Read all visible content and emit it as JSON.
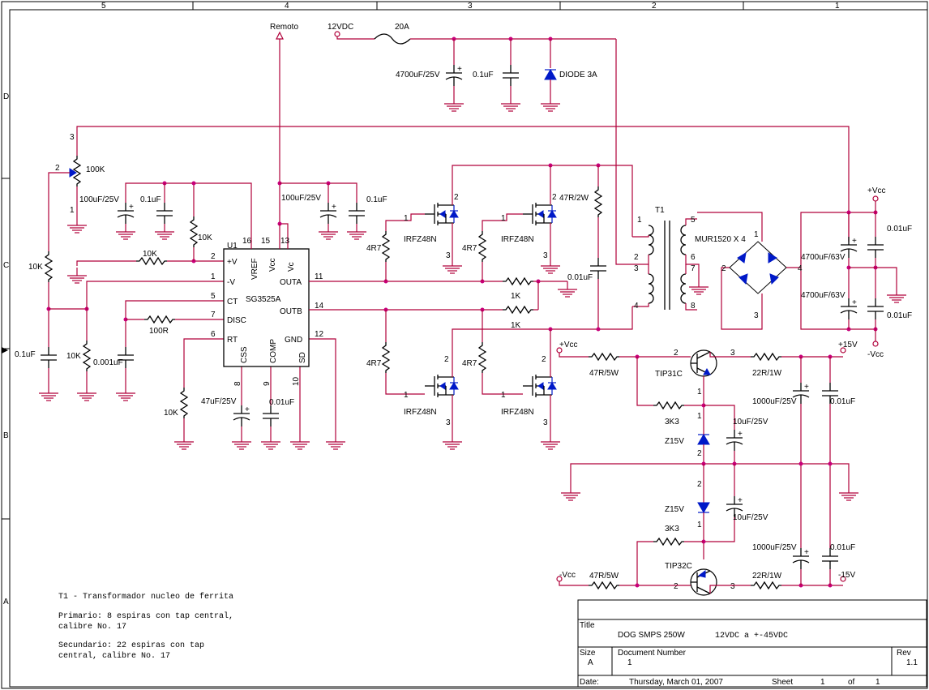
{
  "frame": {
    "col_numbers": [
      "5",
      "4",
      "3",
      "2",
      "1"
    ],
    "row_letters": [
      "D",
      "C",
      "B",
      "A"
    ]
  },
  "power": {
    "remote": "Remoto",
    "input": "12VDC",
    "fuse": "20A",
    "cap_in1": "4700uF/25V",
    "cap_in2": "0.1uF",
    "diode": "DIODE 3A",
    "vcc_pos": "+Vcc",
    "vcc_neg": "-Vcc",
    "plus15": "+15V",
    "minus15": "-15V"
  },
  "control": {
    "pot": "100K",
    "pot_pins": [
      "3",
      "2",
      "1"
    ],
    "c_100u": "100uF/25V",
    "c_01u": "0.1uF",
    "r_10k_a": "10K",
    "r_10k_b": "10K",
    "r_10k_c": "10K",
    "r_10k_d": "10K",
    "r_10k_e": "10K",
    "c_01u_left": "0.1uF",
    "c_0001u": "0.001uF",
    "r_100r": "100R",
    "c_47u": "47uF/25V",
    "c_001u": "0.01uF",
    "c_100u_b": "100uF/25V",
    "c_01u_b": "0.1uF"
  },
  "ic": {
    "ref": "U1",
    "part": "SG3525A",
    "pins_left": [
      {
        "num": "2",
        "name": "+V"
      },
      {
        "num": "1",
        "name": "-V"
      },
      {
        "num": "5",
        "name": "CT"
      },
      {
        "num": "7",
        "name": "DISC"
      },
      {
        "num": "6",
        "name": "RT"
      }
    ],
    "pins_top": [
      {
        "num": "16",
        "name": "VREF"
      },
      {
        "num": "15",
        "name": "Vcc"
      },
      {
        "num": "13",
        "name": "Vc"
      }
    ],
    "pins_right": [
      {
        "num": "11",
        "name": "OUTA"
      },
      {
        "num": "14",
        "name": "OUTB"
      },
      {
        "num": "12",
        "name": "GND"
      }
    ],
    "pins_bottom": [
      {
        "num": "8",
        "name": "CSS"
      },
      {
        "num": "9",
        "name": "COMP"
      },
      {
        "num": "10",
        "name": "SD"
      }
    ]
  },
  "mosfets": {
    "part": "IRFZ48N",
    "gate_r": "4R7",
    "pin_gate": "1",
    "pin_drain": "2",
    "pin_source": "3",
    "r_1k": "1K",
    "snubber_r": "47R/2W",
    "snubber_c": "0.01uF"
  },
  "transformer": {
    "ref": "T1",
    "pins": [
      "1",
      "2",
      "3",
      "4",
      "5",
      "6",
      "7",
      "8"
    ]
  },
  "rectifier": {
    "bridge": "MUR1520 X 4",
    "pins": [
      "1",
      "2",
      "3",
      "4"
    ],
    "cap1": "4700uF/63V",
    "cap2": "4700uF/63V",
    "cap3": "0.01uF",
    "cap4": "0.01uF"
  },
  "regulator": {
    "r_in": "47R/5W",
    "q_pos": "TIP31C",
    "q_neg": "TIP32C",
    "r_out": "22R/1W",
    "r_bias": "3K3",
    "zener": "Z15V",
    "c_zener": "10uF/25V",
    "c_out": "1000uF/25V",
    "c_out2": "0.01uF",
    "pins": [
      "1",
      "2",
      "3"
    ]
  },
  "notes": {
    "line1": "T1 - Transformador nucleo de ferrita",
    "line2": "Primario: 8 espiras con tap central,",
    "line3": "calibre No. 17",
    "line4": "Secundario: 22 espiras con tap",
    "line5": "central, calibre No. 17"
  },
  "titleblock": {
    "title_label": "Title",
    "title": "DOG SMPS 250W",
    "subtitle": "12VDC a +-45VDC",
    "size_label": "Size",
    "size": "A",
    "docnum_label": "Document Number",
    "docnum": "1",
    "rev_label": "Rev",
    "rev": "1.1",
    "date_label": "Date:",
    "date": "Thursday, March 01, 2007",
    "sheet_label": "Sheet",
    "sheet": "1",
    "of_label": "of",
    "of": "1"
  },
  "colors": {
    "wire": "#b0003a",
    "component": "#000000",
    "semiconductor": "#0019c8",
    "junction": "#c8007a"
  }
}
